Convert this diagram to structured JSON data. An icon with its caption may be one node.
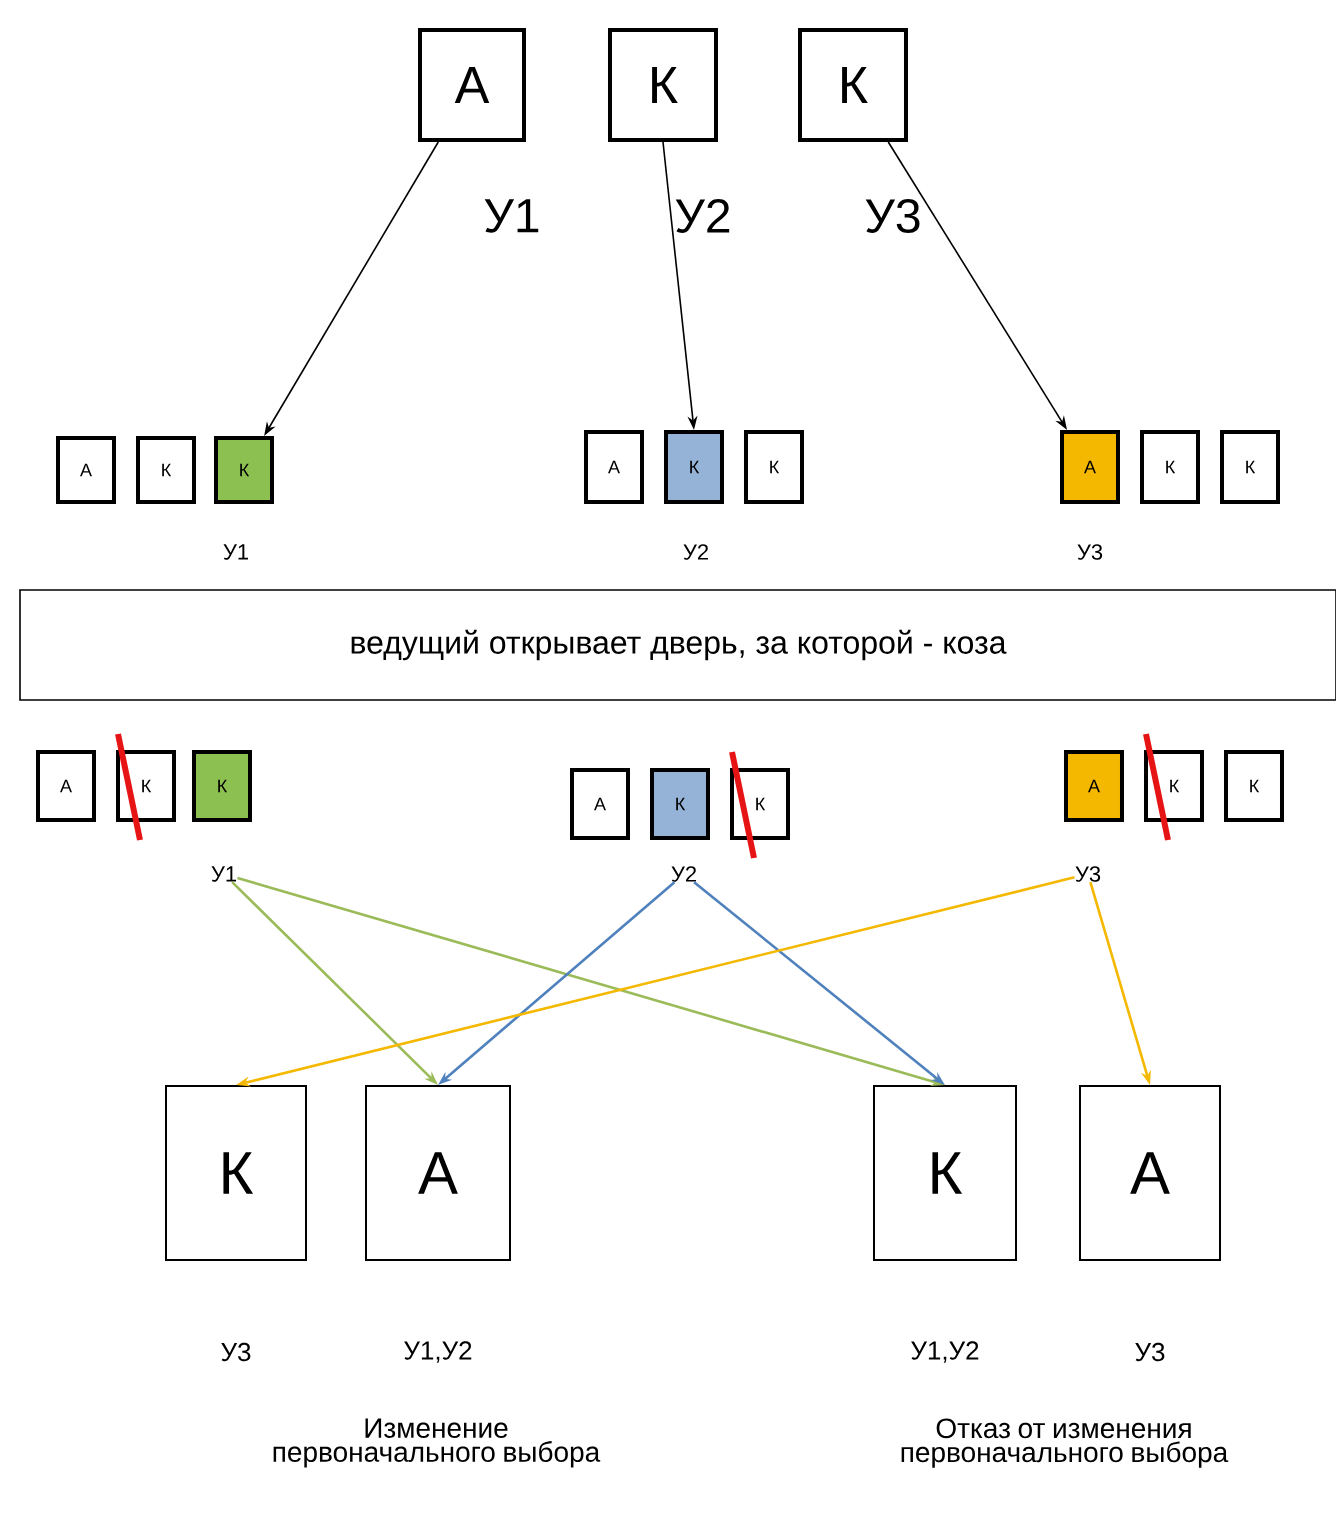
{
  "diagram": {
    "nodes": [
      {
        "text": [
          "А"
        ],
        "beside": [
          "У1"
        ]
      },
      {
        "text": [
          "К"
        ],
        "beside": [
          "У2"
        ]
      },
      {
        "text": [
          "К"
        ],
        "beside": [
          "У3"
        ]
      },
      {
        "text": [
          "А"
        ]
      },
      {
        "text": [
          "К"
        ]
      },
      {
        "text": [
          "К"
        ]
      },
      {
        "text": [
          "А"
        ]
      },
      {
        "text": [
          "К"
        ]
      },
      {
        "text": [
          "К"
        ]
      },
      {
        "text": [
          "А"
        ]
      },
      {
        "text": [
          "К"
        ]
      },
      {
        "text": [
          "К"
        ]
      },
      {
        "text": [
          "ведущий открывает  дверь,  за которой - коза"
        ]
      },
      {
        "text": [
          "А"
        ]
      },
      {
        "text": [
          "К"
        ]
      },
      {
        "text": [
          "К"
        ]
      },
      {
        "text": [
          "А"
        ]
      },
      {
        "text": [
          "К"
        ]
      },
      {
        "text": [
          "К"
        ]
      },
      {
        "text": [
          "А"
        ]
      },
      {
        "text": [
          "К"
        ]
      },
      {
        "text": [
          "К"
        ]
      },
      {
        "text": [
          "У1"
        ]
      },
      {
        "text": [
          "У2"
        ]
      },
      {
        "text": [
          "У3"
        ]
      },
      {
        "text": [
          "К"
        ],
        "beside": [
          "У3"
        ]
      },
      {
        "text": [
          "А"
        ],
        "beside": [
          "У1,У2"
        ]
      },
      {
        "text": [
          "К"
        ],
        "beside": [
          "У1,У2"
        ]
      },
      {
        "text": [
          "А"
        ],
        "beside": [
          "У3"
        ]
      }
    ],
    "edges": [
      {
        "from": 0,
        "to": 5,
        "arrow": "to"
      },
      {
        "from": 1,
        "to": 7,
        "arrow": "to"
      },
      {
        "from": 2,
        "to": 9,
        "arrow": "to"
      },
      {
        "from": 22,
        "to": 26,
        "arrow": "to",
        "color": "#9bbb59"
      },
      {
        "from": 22,
        "to": 27,
        "arrow": "to",
        "color": "#9bbb59"
      },
      {
        "from": 23,
        "to": 26,
        "arrow": "to",
        "color": "#4f81bd"
      },
      {
        "from": 23,
        "to": 27,
        "arrow": "to",
        "color": "#4f81bd"
      },
      {
        "from": 24,
        "to": 25,
        "arrow": "to",
        "color": "#f5b800"
      },
      {
        "from": 24,
        "to": 28,
        "arrow": "to",
        "color": "#f5b800"
      }
    ],
    "labels": [
      "У1",
      "У2",
      "У3",
      "Изменение первоначального выбора",
      "Отказ от изменения первоначального выбора"
    ]
  }
}
